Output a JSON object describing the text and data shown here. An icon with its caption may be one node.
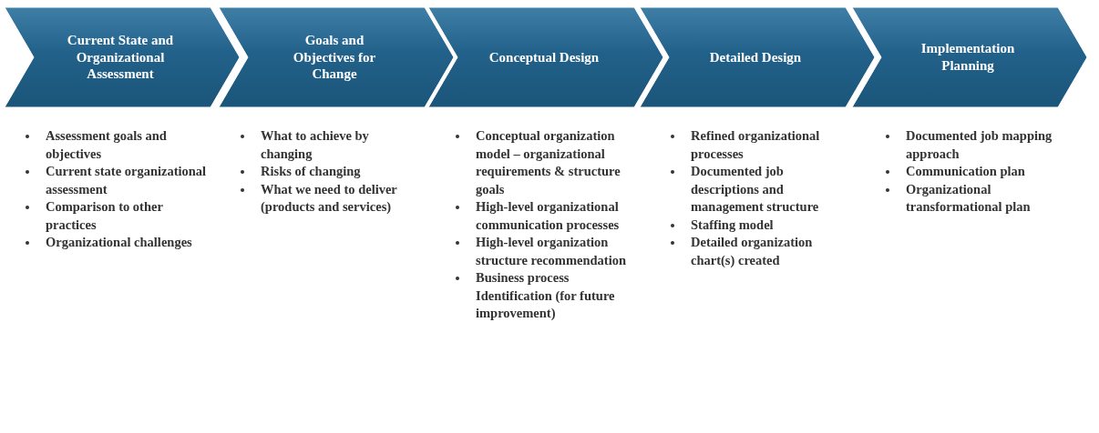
{
  "diagram": {
    "nodes": [
      {
        "text": [
          "Current State and Organizational Assessment"
        ],
        "beside": [
          "Assessment goals and objectives",
          "Current state organizational assessment",
          "Comparison to other practices",
          "Organizational challenges"
        ]
      },
      {
        "text": [
          "Goals and Objectives for Change"
        ],
        "beside": [
          "What to achieve by changing",
          "Risks of changing",
          "What we need to deliver (products and services)"
        ]
      },
      {
        "text": [
          "Conceptual Design"
        ],
        "beside": [
          "Conceptual organization model – organizational requirements & structure goals",
          "High-level organizational communication processes",
          "High-level organization structure recommendation",
          "Business process Identification (for future improvement)"
        ]
      },
      {
        "text": [
          "Detailed Design"
        ],
        "beside": [
          "Refined organizational processes",
          "Documented job descriptions and management structure",
          "Staffing model",
          "Detailed organization chart(s) created"
        ]
      },
      {
        "text": [
          "Implementation Planning"
        ],
        "beside": [
          "Documented job mapping approach",
          "Communication plan",
          "Organizational transformational plan"
        ]
      }
    ]
  }
}
